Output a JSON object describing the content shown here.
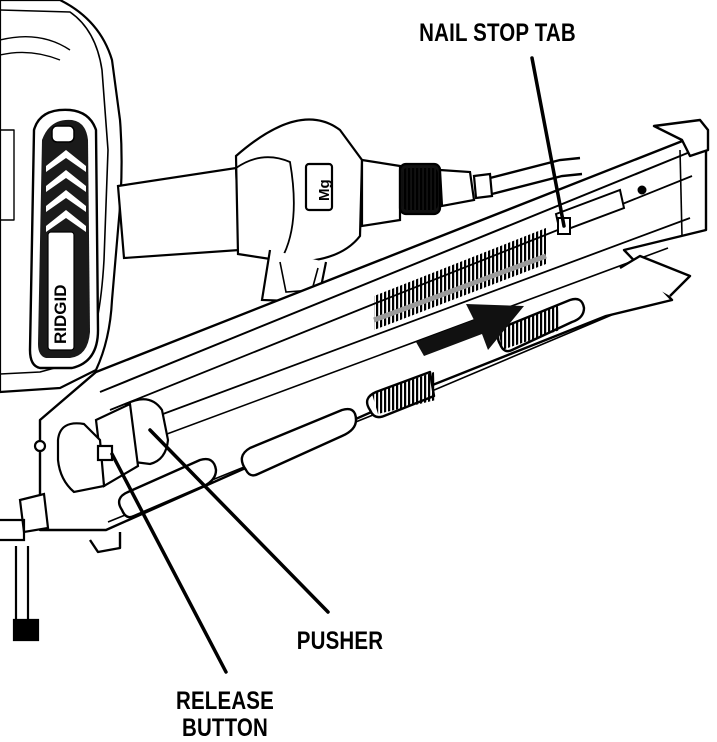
{
  "labels": {
    "nail_stop_tab": "NAIL STOP TAB",
    "pusher": "PUSHER",
    "release_line1": "RELEASE",
    "release_line2": "BUTTON"
  },
  "brand": {
    "tool_logo": "RIDGID",
    "collar_mark": "Mg"
  },
  "colors": {
    "ink": "#000000",
    "paper": "#ffffff",
    "nail_strip_highlight": "#9a9a9a"
  },
  "icons": {
    "direction": "arrow-right-icon"
  }
}
